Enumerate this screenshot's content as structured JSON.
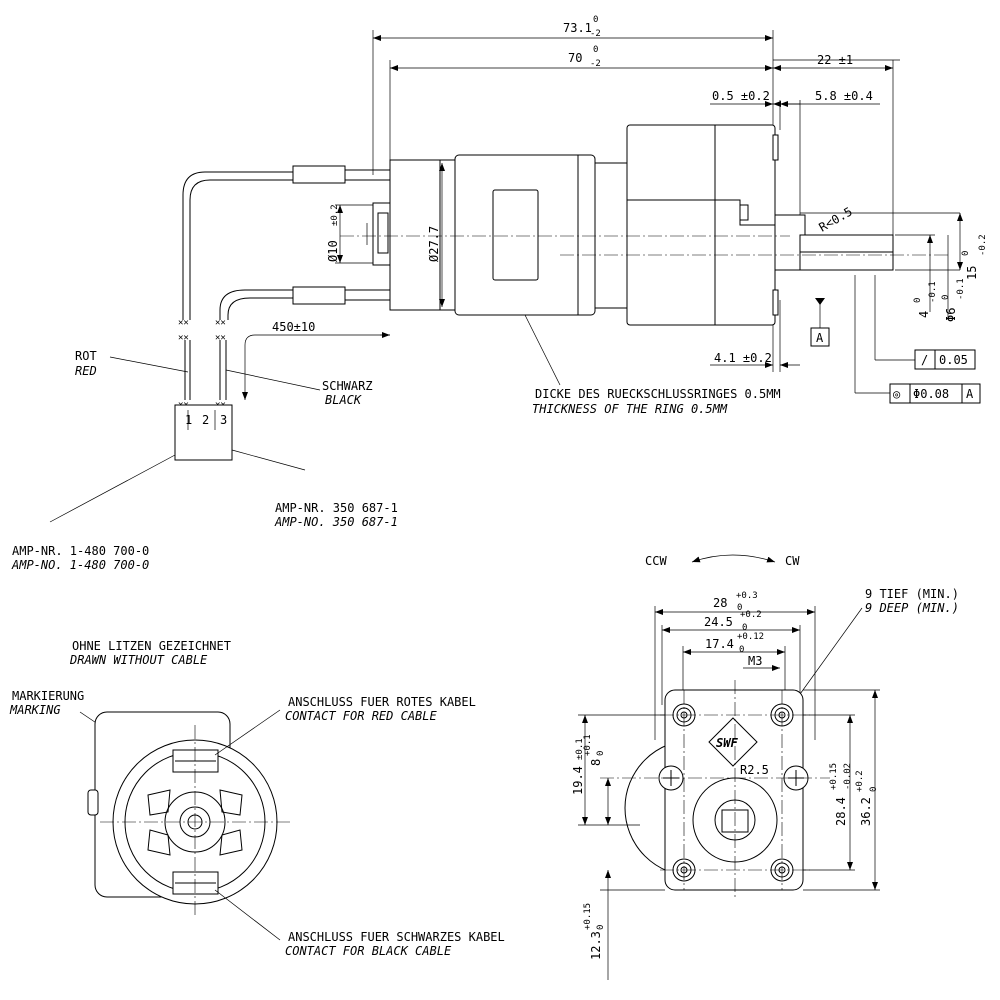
{
  "dims": {
    "overall_length": "73.1",
    "overall_length_tol_upper": "0",
    "overall_length_tol_lower": "-2",
    "body_length": "70",
    "body_length_tol_upper": "0",
    "body_length_tol_lower": "-2",
    "shaft_length": "22 ±1",
    "flange_gap": "0.5 ±0.2",
    "shaft_shoulder": "5.8 ±0.4",
    "radius": "R<0.5",
    "shaft_flat": "15",
    "shaft_flat_tol_upper": "0",
    "shaft_flat_tol_lower": "-0.2",
    "flat_depth": "4",
    "flat_depth_tol_upper": "0",
    "flat_depth_tol_lower": "-0.1",
    "shaft_dia": "Φ6",
    "shaft_dia_tol_upper": "0",
    "shaft_dia_tol_lower": "-0.1",
    "datum": "A",
    "runout_symbol": "/",
    "runout_value": "0.05",
    "conc_symbol": "◎",
    "conc_value": "Φ0.08",
    "conc_datum": "A",
    "flange_thk": "4.1 ±0.2",
    "boss_dia": "Ø10",
    "boss_dia_tol": "±0.2",
    "housing_dia": "Ø27.7",
    "cable_len": "450±10"
  },
  "labels": {
    "rot": "ROT",
    "red": "RED",
    "schwarz": "SCHWARZ",
    "black": "BLACK",
    "ring_de": "DICKE DES RUECKSCHLUSSRINGES 0.5MM",
    "ring_en": "THICKNESS OF THE RING 0.5MM",
    "amp1_de": "AMP-NR. 350 687-1",
    "amp1_en": "AMP-NO. 350 687-1",
    "amp2_de": "AMP-NR. 1-480 700-0",
    "amp2_en": "AMP-NO. 1-480 700-0",
    "pin1": "1",
    "pin2": "2",
    "pin3": "3"
  },
  "end_view": {
    "title_de": "OHNE LITZEN GEZEICHNET",
    "title_en": "DRAWN WITHOUT CABLE",
    "marking_de": "MARKIERUNG",
    "marking_en": "MARKING",
    "red_de": "ANSCHLUSS FUER ROTES KABEL",
    "red_en": "CONTACT FOR RED CABLE",
    "black_de": "ANSCHLUSS FUER SCHWARZES KABEL",
    "black_en": "CONTACT FOR BLACK CABLE"
  },
  "front_view": {
    "ccw": "CCW",
    "cw": "CW",
    "depth_de": "9 TIEF (MIN.)",
    "depth_en": "9 DEEP (MIN.)",
    "w28": "28",
    "w28_tol_upper": "+0.3",
    "w28_tol_lower": "0",
    "w245": "24.5",
    "w245_tol_upper": "+0.2",
    "w245_tol_lower": "0",
    "w174": "17.4",
    "w174_tol_upper": "+0.12",
    "w174_tol_lower": "0",
    "thread": "M3",
    "logo": "SWF",
    "r25": "R2.5",
    "h194": "19.4",
    "h194_tol": "±0.1",
    "h8": "8",
    "h8_tol_upper": "+0.1",
    "h8_tol_lower": "0",
    "h284": "28.4",
    "h284_tol_upper": "+0.15",
    "h284_tol_lower": "-0.02",
    "h362": "36.2",
    "h362_tol_upper": "+0.2",
    "h362_tol_lower": "0",
    "h123": "12.3",
    "h123_tol_upper": "+0.15",
    "h123_tol_lower": "0"
  }
}
